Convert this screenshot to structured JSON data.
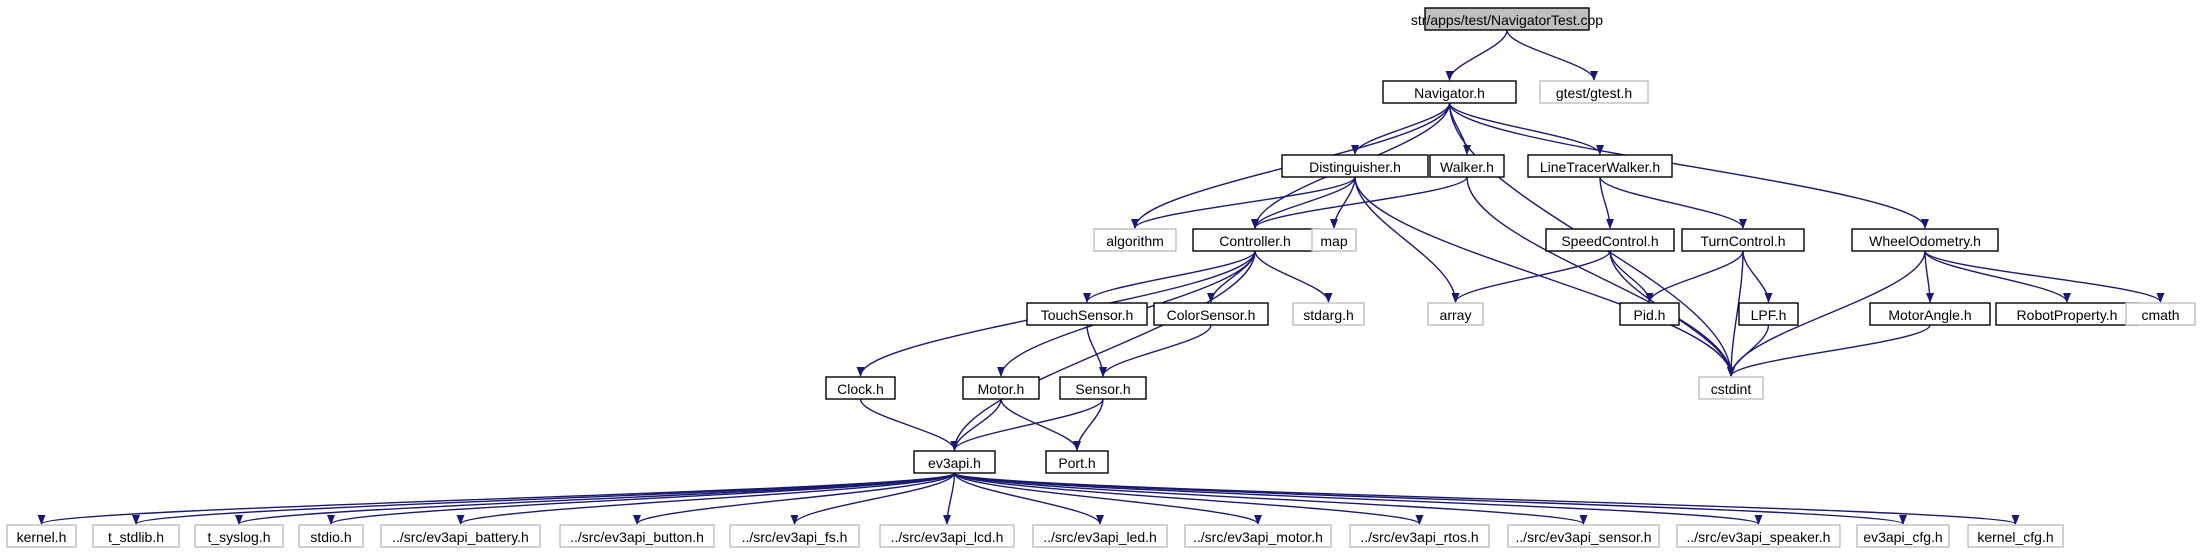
{
  "colors": {
    "edge": "#191970",
    "normal_border": "#000000",
    "external_border": "#bfbfbf",
    "root_fill": "#bfbfbf",
    "node_fill": "#ffffff",
    "text": "#000000"
  },
  "nodes": [
    {
      "id": "navigatortest",
      "label": "str/apps/test/NavigatorTest.cpp",
      "kind": "root"
    },
    {
      "id": "navigator",
      "label": "Navigator.h",
      "kind": "normal"
    },
    {
      "id": "gtest",
      "label": "gtest/gtest.h",
      "kind": "external"
    },
    {
      "id": "distinguisher",
      "label": "Distinguisher.h",
      "kind": "normal"
    },
    {
      "id": "walker",
      "label": "Walker.h",
      "kind": "normal"
    },
    {
      "id": "linetracerwalker",
      "label": "LineTracerWalker.h",
      "kind": "normal"
    },
    {
      "id": "wheelodometry",
      "label": "WheelOdometry.h",
      "kind": "normal"
    },
    {
      "id": "algorithm",
      "label": "algorithm",
      "kind": "external"
    },
    {
      "id": "controller",
      "label": "Controller.h",
      "kind": "normal"
    },
    {
      "id": "map",
      "label": "map",
      "kind": "external"
    },
    {
      "id": "speedcontrol",
      "label": "SpeedControl.h",
      "kind": "normal"
    },
    {
      "id": "turncontrol",
      "label": "TurnControl.h",
      "kind": "normal"
    },
    {
      "id": "touchsensor",
      "label": "TouchSensor.h",
      "kind": "normal"
    },
    {
      "id": "colorsensor",
      "label": "ColorSensor.h",
      "kind": "normal"
    },
    {
      "id": "stdarg",
      "label": "stdarg.h",
      "kind": "external"
    },
    {
      "id": "array",
      "label": "array",
      "kind": "external"
    },
    {
      "id": "pid",
      "label": "Pid.h",
      "kind": "normal"
    },
    {
      "id": "lpf",
      "label": "LPF.h",
      "kind": "normal"
    },
    {
      "id": "motorangle",
      "label": "MotorAngle.h",
      "kind": "normal"
    },
    {
      "id": "robotproperty",
      "label": "RobotProperty.h",
      "kind": "normal"
    },
    {
      "id": "cmath",
      "label": "cmath",
      "kind": "external"
    },
    {
      "id": "clock",
      "label": "Clock.h",
      "kind": "normal"
    },
    {
      "id": "motor",
      "label": "Motor.h",
      "kind": "normal"
    },
    {
      "id": "sensor",
      "label": "Sensor.h",
      "kind": "normal"
    },
    {
      "id": "cstdint",
      "label": "cstdint",
      "kind": "external"
    },
    {
      "id": "ev3api",
      "label": "ev3api.h",
      "kind": "normal"
    },
    {
      "id": "port",
      "label": "Port.h",
      "kind": "normal"
    },
    {
      "id": "kernel",
      "label": "kernel.h",
      "kind": "external"
    },
    {
      "id": "t_stdlib",
      "label": "t_stdlib.h",
      "kind": "external"
    },
    {
      "id": "t_syslog",
      "label": "t_syslog.h",
      "kind": "external"
    },
    {
      "id": "stdio",
      "label": "stdio.h",
      "kind": "external"
    },
    {
      "id": "ev3api_battery",
      "label": "../src/ev3api_battery.h",
      "kind": "external"
    },
    {
      "id": "ev3api_button",
      "label": "../src/ev3api_button.h",
      "kind": "external"
    },
    {
      "id": "ev3api_fs",
      "label": "../src/ev3api_fs.h",
      "kind": "external"
    },
    {
      "id": "ev3api_lcd",
      "label": "../src/ev3api_lcd.h",
      "kind": "external"
    },
    {
      "id": "ev3api_led",
      "label": "../src/ev3api_led.h",
      "kind": "external"
    },
    {
      "id": "ev3api_motor",
      "label": "../src/ev3api_motor.h",
      "kind": "external"
    },
    {
      "id": "ev3api_rtos",
      "label": "../src/ev3api_rtos.h",
      "kind": "external"
    },
    {
      "id": "ev3api_sensor",
      "label": "../src/ev3api_sensor.h",
      "kind": "external"
    },
    {
      "id": "ev3api_speaker",
      "label": "../src/ev3api_speaker.h",
      "kind": "external"
    },
    {
      "id": "ev3api_cfg",
      "label": "ev3api_cfg.h",
      "kind": "external"
    },
    {
      "id": "kernel_cfg",
      "label": "kernel_cfg.h",
      "kind": "external"
    }
  ],
  "edges": [
    {
      "from": "navigatortest",
      "to": "navigator"
    },
    {
      "from": "navigatortest",
      "to": "gtest"
    },
    {
      "from": "navigator",
      "to": "distinguisher"
    },
    {
      "from": "navigator",
      "to": "walker"
    },
    {
      "from": "navigator",
      "to": "linetracerwalker"
    },
    {
      "from": "navigator",
      "to": "wheelodometry"
    },
    {
      "from": "navigator",
      "to": "algorithm"
    },
    {
      "from": "navigator",
      "to": "controller"
    },
    {
      "from": "navigator",
      "to": "cstdint"
    },
    {
      "from": "distinguisher",
      "to": "algorithm"
    },
    {
      "from": "distinguisher",
      "to": "controller"
    },
    {
      "from": "distinguisher",
      "to": "map"
    },
    {
      "from": "distinguisher",
      "to": "array"
    },
    {
      "from": "distinguisher",
      "to": "cstdint"
    },
    {
      "from": "walker",
      "to": "controller"
    },
    {
      "from": "walker",
      "to": "cstdint"
    },
    {
      "from": "linetracerwalker",
      "to": "speedcontrol"
    },
    {
      "from": "linetracerwalker",
      "to": "turncontrol"
    },
    {
      "from": "wheelodometry",
      "to": "motorangle"
    },
    {
      "from": "wheelodometry",
      "to": "robotproperty"
    },
    {
      "from": "wheelodometry",
      "to": "cmath"
    },
    {
      "from": "wheelodometry",
      "to": "cstdint"
    },
    {
      "from": "controller",
      "to": "clock"
    },
    {
      "from": "controller",
      "to": "motor"
    },
    {
      "from": "controller",
      "to": "touchsensor"
    },
    {
      "from": "controller",
      "to": "colorsensor"
    },
    {
      "from": "controller",
      "to": "stdarg"
    },
    {
      "from": "controller",
      "to": "ev3api"
    },
    {
      "from": "speedcontrol",
      "to": "array"
    },
    {
      "from": "speedcontrol",
      "to": "pid"
    },
    {
      "from": "speedcontrol",
      "to": "cstdint"
    },
    {
      "from": "turncontrol",
      "to": "pid"
    },
    {
      "from": "turncontrol",
      "to": "lpf"
    },
    {
      "from": "turncontrol",
      "to": "cstdint"
    },
    {
      "from": "lpf",
      "to": "cstdint"
    },
    {
      "from": "motorangle",
      "to": "cstdint"
    },
    {
      "from": "touchsensor",
      "to": "sensor"
    },
    {
      "from": "colorsensor",
      "to": "sensor"
    },
    {
      "from": "clock",
      "to": "ev3api"
    },
    {
      "from": "motor",
      "to": "ev3api"
    },
    {
      "from": "motor",
      "to": "port"
    },
    {
      "from": "sensor",
      "to": "ev3api"
    },
    {
      "from": "sensor",
      "to": "port"
    },
    {
      "from": "ev3api",
      "to": "kernel"
    },
    {
      "from": "ev3api",
      "to": "t_stdlib"
    },
    {
      "from": "ev3api",
      "to": "t_syslog"
    },
    {
      "from": "ev3api",
      "to": "stdio"
    },
    {
      "from": "ev3api",
      "to": "ev3api_battery"
    },
    {
      "from": "ev3api",
      "to": "ev3api_button"
    },
    {
      "from": "ev3api",
      "to": "ev3api_fs"
    },
    {
      "from": "ev3api",
      "to": "ev3api_lcd"
    },
    {
      "from": "ev3api",
      "to": "ev3api_led"
    },
    {
      "from": "ev3api",
      "to": "ev3api_motor"
    },
    {
      "from": "ev3api",
      "to": "ev3api_rtos"
    },
    {
      "from": "ev3api",
      "to": "ev3api_sensor"
    },
    {
      "from": "ev3api",
      "to": "ev3api_speaker"
    },
    {
      "from": "ev3api",
      "to": "ev3api_cfg"
    },
    {
      "from": "ev3api",
      "to": "kernel_cfg"
    }
  ]
}
